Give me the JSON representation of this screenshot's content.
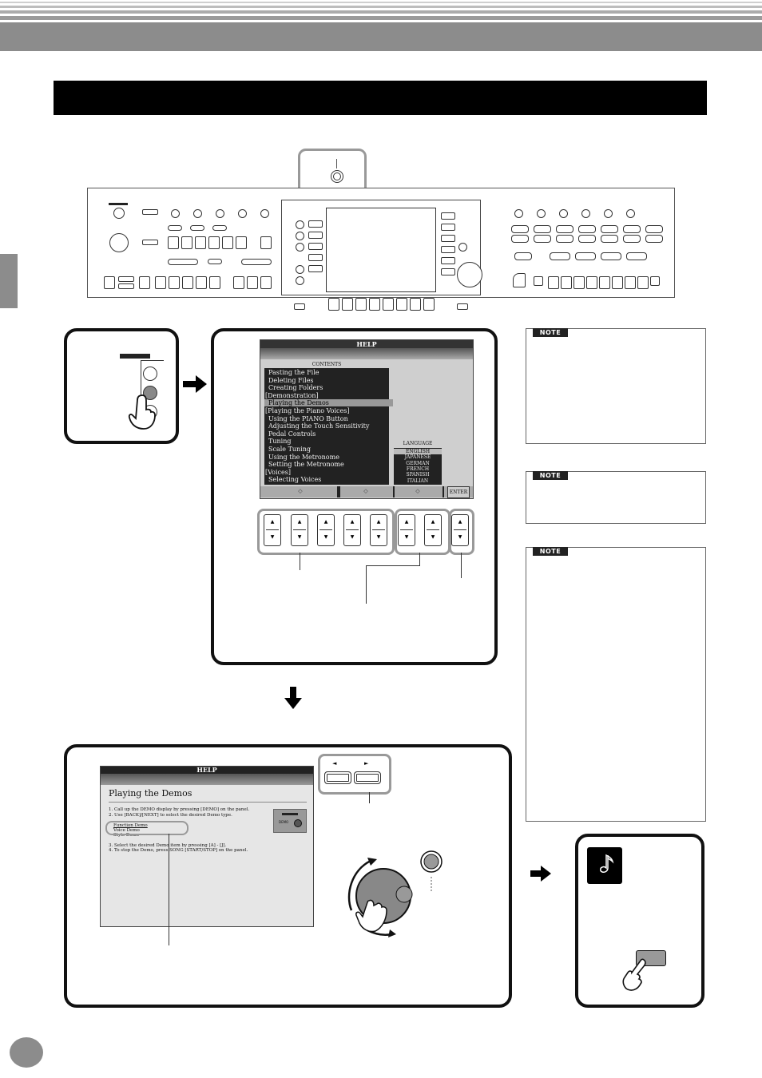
{
  "help_screen": {
    "title": "HELP",
    "contents_label": "CONTENTS",
    "contents_items": [
      "Pasting the File",
      "Deleting Files",
      "Creating Folders",
      "[Demonstration]",
      "Playing the Demos",
      "[Playing the Piano Voices]",
      "Using the PIANO Button",
      "Adjusting the Touch Sensitivity",
      "Pedal Controls",
      "Tuning",
      "Scale Tuning",
      "Using the Metronome",
      "Setting the Metronome",
      "[Voices]",
      "Selecting Voices"
    ],
    "selected_item": "Playing the Demos",
    "language_label": "LANGUAGE",
    "languages": [
      "ENGLISH",
      "JAPANESE",
      "GERMAN",
      "FRENCH",
      "SPANISH",
      "ITALIAN"
    ],
    "selected_language": "ENGLISH",
    "enter_label": "ENTER"
  },
  "notes": {
    "badge_label": "NOTE"
  },
  "demo_screen": {
    "title": "HELP",
    "heading": "Playing the Demos",
    "steps_a": [
      "1.  Call up the DEMO display by pressing [DEMO] on the panel.",
      "2.  Use [BACK]/[NEXT] to select the desired Demo type."
    ],
    "options": [
      "Function Demo",
      "Voice Demo",
      "Style Demo"
    ],
    "steps_b": [
      "3.  Select the desired Demo item by pressing [A] - [J].",
      "4.  To stop the Demo, press SONG [START/STOP] on the panel."
    ],
    "demo_button_label": "DEMO"
  },
  "icons": {
    "arrow_right": "arrow-right-icon",
    "arrow_down": "arrow-down-icon",
    "finger": "pointing-finger-icon",
    "music_note": "music-note-icon"
  },
  "colors": {
    "banner": "#000000",
    "header_gray": "#8c8c8c"
  }
}
